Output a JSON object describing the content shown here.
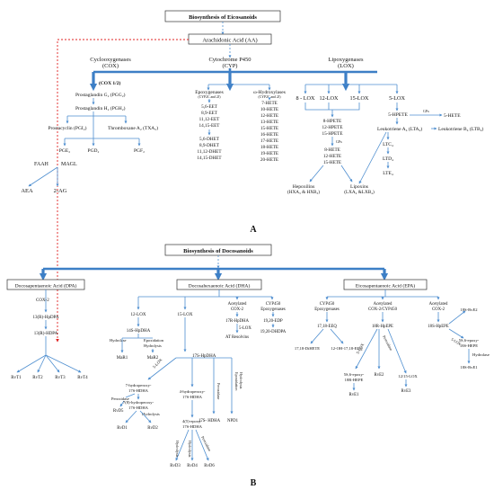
{
  "a": {
    "title": "Biosynthesis of Eicosanoids",
    "aa": "Arachidonic Acid (AA)",
    "cox": [
      "Cyclooxygenases",
      "(COX)"
    ],
    "cyp": "Cytochrome P450",
    "cyp_abbr": "(CYP)",
    "lox": [
      "Lipoxygenases",
      "(LOX)"
    ],
    "cox12": "(COX 1/2)",
    "pgg2": "Prostaglandin G₂ (PGG₂)",
    "pgh2": "Prostaglandin H₂ (PGH₂)",
    "pgi2": "Prostacyclin (PGI₂)",
    "txa2": "Thromboxane A₂ (TXA₂)",
    "pge2": "PGE₂",
    "pgd2": "PGD₂",
    "pgf2": "PGF₂",
    "faah": "FAAH",
    "magl": "MAGL",
    "aea": "AEA",
    "ag": "2-AG",
    "epox": "Epoxygenases",
    "epox_sub": "(CYP2C and 2J)",
    "eets": [
      "5,6-EET",
      "8,9-EET",
      "11,12-EET",
      "14,15-EET"
    ],
    "dhets": [
      "5,6-DHET",
      "8,9-DHET",
      "11,12-DHET",
      "14,15-DHET"
    ],
    "whyd": "ω-Hydroxylases",
    "whyd_sub": "(CYP2C and 2J)",
    "hetes": [
      "7-HETE",
      "10-HETE",
      "12-HETE",
      "13-HETE",
      "15-HETE",
      "16-HETE",
      "17-HETE",
      "18-HETE",
      "19-HETE",
      "20-HETE"
    ],
    "lox8": "8 - LOX",
    "lox12": "12-LOX",
    "lox15": "15-LOX",
    "lox5": "5-LOX",
    "hpetes": [
      "8-HPETE",
      "12-HPETE",
      "15-HPETE"
    ],
    "gpx": "GPx",
    "hetes2": [
      "8-HETE",
      "12-HETE",
      "15-HETE"
    ],
    "hepox": "Hepoxilins",
    "hepox_sub": "(HXA₃ & HXB₃)",
    "lipox": "Lipoxins",
    "lipox_sub": "(LXA₄ &LXB₄)",
    "hpete5": "5-HPETE",
    "gpx2": "GPx",
    "hete5": "5-HETE",
    "lta4": "Leukotriene A₄ (LTA₄)",
    "ltb4": "Leukotriene B₄ (LTB₄)",
    "ltc4": "LTC₄",
    "ltd4": "LTD₄",
    "lte4": "LTE₄",
    "label": "A"
  },
  "b": {
    "title": "Biosynthesis of Docosanoids",
    "dpa": "Docosapentaenoic Acid (DPA)",
    "dha": "Docosahexaenoic Acid (DHA)",
    "epa": "Eicosapentaenoic Acid (EPA)",
    "cox2": "COX-2",
    "hpdpa": "13(R)-HpDPA",
    "hdpa": "13(R)-HDPA",
    "rvt": [
      "RvT1",
      "RvT2",
      "RvT3",
      "RvT4"
    ],
    "lox12": "12-LOX",
    "hpdha14": "14S-HpDHA",
    "hydrolase": "Hydrolase",
    "epox_hydro": [
      "Epoxidation",
      "Hydrolysis"
    ],
    "mar1": "MaR1",
    "mar2": "MaR2",
    "lox15": "15-LOX",
    "acox2": [
      "Acetylated",
      "COX-2"
    ],
    "cyp450e": [
      "CYP450",
      "Epoxygenases"
    ],
    "hpdha17r": "17R-HpDHA",
    "lox5": "5-LOX",
    "atres": "AT Resolvins",
    "edp": "19,20-EDP",
    "dhdpa": "19,20-DHDPA",
    "hpdha17s": "17S-HpDHA",
    "lox5b": "5-LOX",
    "peroxidase": "Peroxidase",
    "epox_hydro2": [
      "Epoxidation",
      "Hydrolysis"
    ],
    "hdha17s": "17S- HDHA",
    "npd1": "NPD1",
    "hp7": [
      "7-hydroperoxy-",
      "17S-HDHA"
    ],
    "peroxidase2": "Peroxidase",
    "rvd5": "RvD5",
    "hp78": [
      "7(8)-hydroperoxy-",
      "17S-HDHA"
    ],
    "hydrolysis": "Hydrolysis",
    "rvd1": "RvD1",
    "rvd2": "RvD2",
    "hp4": [
      "4-hydroperoxy-",
      "17S-HDHA"
    ],
    "ep45": [
      "4(5)-epoxy-",
      "17S-HDHA"
    ],
    "hydrolysis2": "Hydrolysis",
    "hydrolysis3": "Hydrolysis",
    "peroxidase3": "Peroxidase",
    "rvd3": "RvD3",
    "rvd4": "RvD4",
    "rvd6": "RvD6",
    "epa_cyp": [
      "CYP450",
      "Epoxygenases"
    ],
    "eeq": "17,18-EEQ",
    "dheq": "17,18-DiHETE",
    "ohheq": "12-OH-17,18-EEQ",
    "acox2cyp": [
      "Acetylated",
      "COX-2/CYP450"
    ],
    "hepe18r": "18R-HpEPE",
    "lox5c": "5-LOX",
    "peroxidase4": "Peroxidase",
    "ep56": [
      "5S,6-epoxy-",
      "18R-HEPE"
    ],
    "rve1": "RvE1",
    "rve2": "RvE2",
    "lox1215": "12/15-LOX",
    "rve3": "RvE3",
    "acox2b": [
      "Acetylated",
      "COX-2"
    ],
    "hepe18s": "18S-HpEPE",
    "lox5d": "5-LOX",
    "rve2s": "18S-RvE2",
    "ep56s": [
      "5S,6-epoxy-",
      "18S-HEPE"
    ],
    "hydrolase2": "Hydrolase",
    "rve1s": "18S-RvE1",
    "label": "B"
  }
}
